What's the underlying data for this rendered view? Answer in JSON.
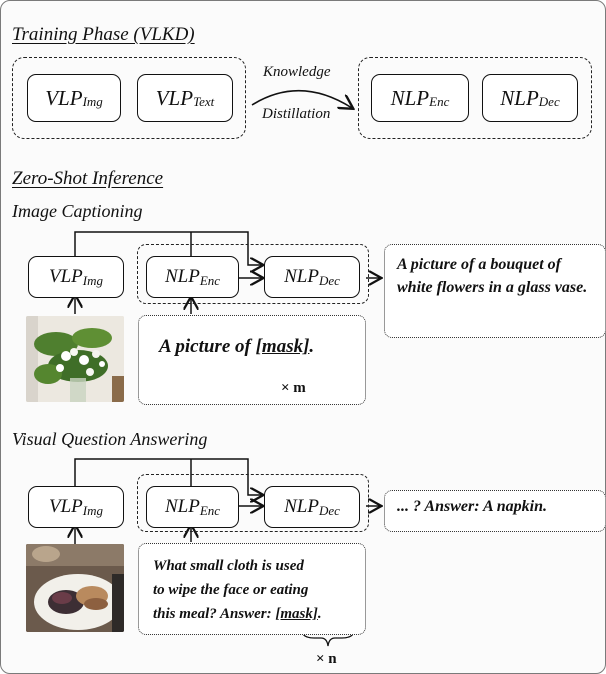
{
  "training": {
    "title": "Training Phase (VLKD)",
    "modules": {
      "vlp_img": {
        "base": "VLP",
        "sub": "Img"
      },
      "vlp_text": {
        "base": "VLP",
        "sub": "Text"
      },
      "nlp_enc": {
        "base": "NLP",
        "sub": "Enc"
      },
      "nlp_dec": {
        "base": "NLP",
        "sub": "Dec"
      }
    },
    "arrow_label_top": "Knowledge",
    "arrow_label_bottom": "Distillation"
  },
  "inference": {
    "title": "Zero-Shot Inference",
    "captioning": {
      "title": "Image Captioning",
      "prompt_prefix": "A picture of ",
      "prompt_mask": "[mask]",
      "prompt_suffix": ".",
      "multiplier": "× m",
      "output": "A picture of a bouquet of white flowers in a glass vase."
    },
    "vqa": {
      "title": "Visual Question Answering",
      "question_line1": "What small cloth is used",
      "question_line2": "to wipe the face or eating",
      "question_line3_prefix": "this meal? Answer: ",
      "question_mask": "[mask]",
      "question_suffix": ".",
      "multiplier": "× n",
      "output": "... ? Answer: A napkin."
    },
    "modules": {
      "vlp_img": {
        "base": "VLP",
        "sub": "Img"
      },
      "nlp_enc": {
        "base": "NLP",
        "sub": "Enc"
      },
      "nlp_dec": {
        "base": "NLP",
        "sub": "Dec"
      }
    }
  }
}
